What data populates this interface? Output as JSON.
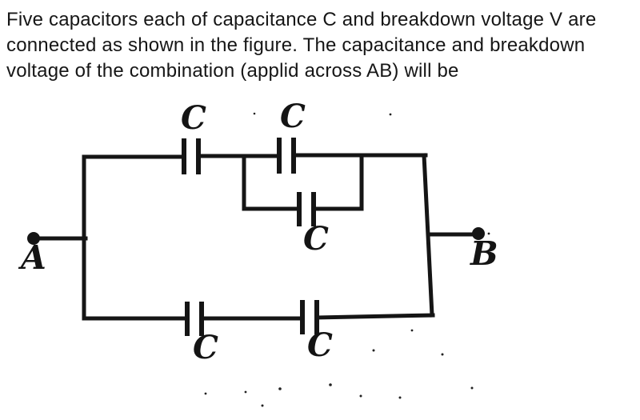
{
  "question": {
    "lines": [
      "Five capacitors each of capacitance C and breakdown voltage V are",
      "connected as shown in the figure. The capacitance and breakdown",
      "voltage of the combination (applid across AB) will be"
    ]
  },
  "circuit": {
    "terminals": {
      "left": "A",
      "right": "B"
    },
    "capacitor_labels": {
      "top_left": "C",
      "top_right": "C",
      "middle": "C",
      "bottom_left": "C",
      "bottom_right": "C"
    },
    "colors": {
      "ink": "#151515",
      "paper": "#ffffff"
    }
  }
}
